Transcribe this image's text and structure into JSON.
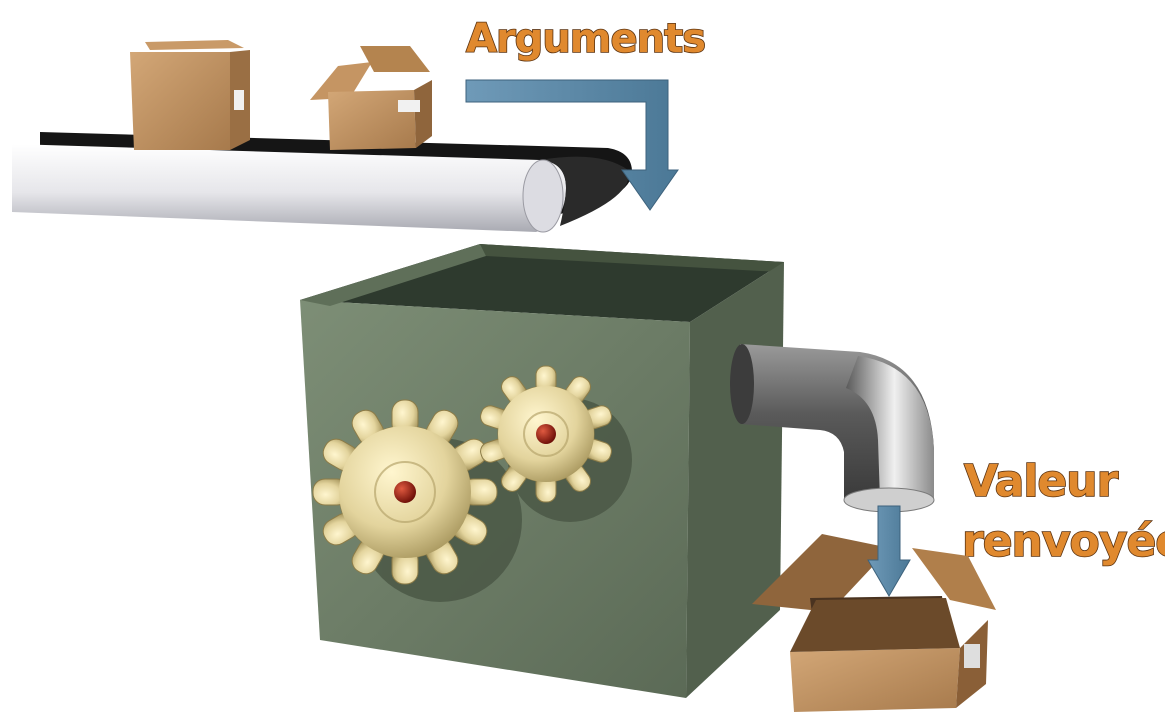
{
  "labels": {
    "arguments": "Arguments",
    "return_value_line1": "Valeur",
    "return_value_line2": "renvoyée"
  },
  "colors": {
    "label_fill": "#e0892e",
    "label_outline": "#5a3210",
    "machine_body": "#6f8069",
    "box_cardboard": "#b8895a",
    "arrow": "#5d8aa8",
    "gear": "#e6d6a0",
    "gear_center": "#8b1a10",
    "belt": "#1a1a1a",
    "pipe": "#707070"
  }
}
